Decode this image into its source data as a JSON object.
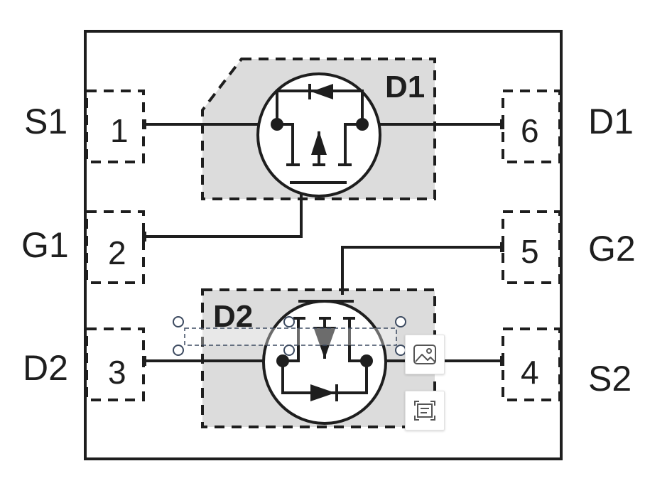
{
  "package": {
    "pins_left": [
      {
        "name": "S1",
        "number": "1"
      },
      {
        "name": "G1",
        "number": "2"
      },
      {
        "name": "D2",
        "number": "3"
      }
    ],
    "pins_right": [
      {
        "name": "D1",
        "number": "6"
      },
      {
        "name": "G2",
        "number": "5"
      },
      {
        "name": "S2",
        "number": "4"
      }
    ],
    "dies": {
      "top": "D1",
      "bottom": "D2"
    }
  },
  "toolbar": {
    "image_tool_icon": "image-icon",
    "caption_tool_icon": "text-frame-icon"
  },
  "colors": {
    "line": "#1e1e1e",
    "die_fill": "#dcdcdc",
    "selection": "#3c4a60"
  }
}
